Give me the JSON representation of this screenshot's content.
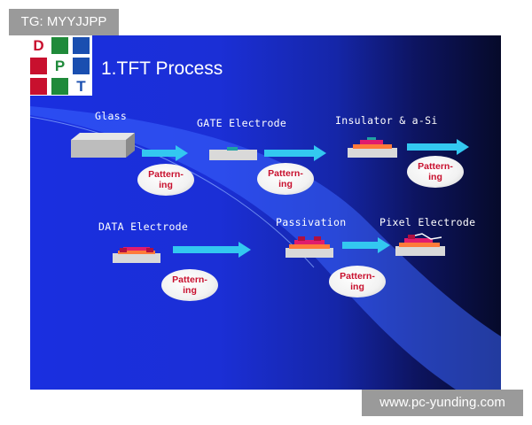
{
  "watermark_tl": "TG: MYYJJPP",
  "watermark_br": "www.pc-yunding.com",
  "logo": {
    "letters": [
      "D",
      "P",
      "T"
    ]
  },
  "title": "1.TFT Process",
  "steps": {
    "glass": "Glass",
    "gate": "GATE Electrode",
    "insulator": "Insulator & a-Si",
    "data": "DATA Electrode",
    "passivation": "Passivation",
    "pixel": "Pixel Electrode"
  },
  "patterning_label": "Pattern-\ning",
  "colors": {
    "slide_blue": "#1a2fe0",
    "arrow_cyan": "#33c8f0",
    "patterning_text": "#c8102e",
    "logo_red": "#c8102e",
    "logo_green": "#1f8a3a",
    "logo_blue": "#1a4fb0"
  }
}
